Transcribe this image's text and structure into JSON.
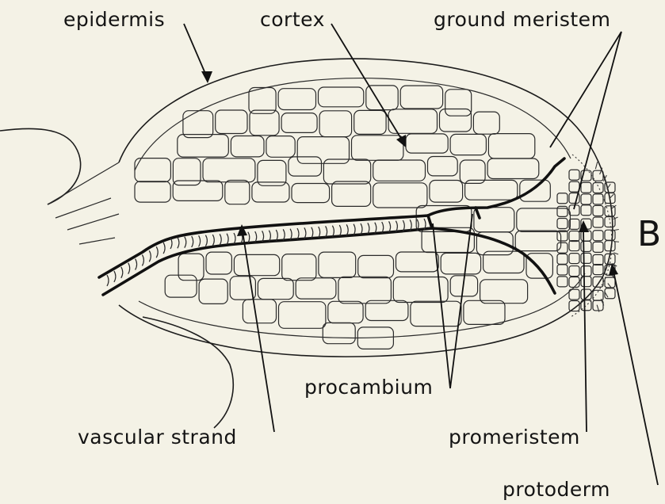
{
  "figure": {
    "panel_letter": "B",
    "labels": {
      "epidermis": "epidermis",
      "cortex": "cortex",
      "ground_meristem": "ground meristem",
      "procambium": "procambium",
      "vascular_strand": "vascular strand",
      "promeristem": "promeristem",
      "protoderm": "protoderm"
    }
  }
}
